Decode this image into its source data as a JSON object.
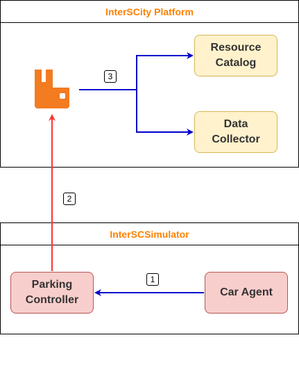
{
  "platform": {
    "title": "InterSCity Platform",
    "nodes": {
      "resource_catalog": "Resource\nCatalog",
      "data_collector": "Data\nCollector"
    }
  },
  "simulator": {
    "title": "InterSCSimulator",
    "nodes": {
      "parking_controller": "Parking\nController",
      "car_agent": "Car Agent"
    }
  },
  "edges": {
    "step_1": "1",
    "step_2": "2",
    "step_3": "3"
  },
  "colors": {
    "header_text": "#ff8000",
    "broker_icon": "#f37b20",
    "edge_blue": "#0000cc",
    "edge_red": "#ff3333"
  },
  "icons": {
    "broker": "rabbitmq-icon"
  }
}
